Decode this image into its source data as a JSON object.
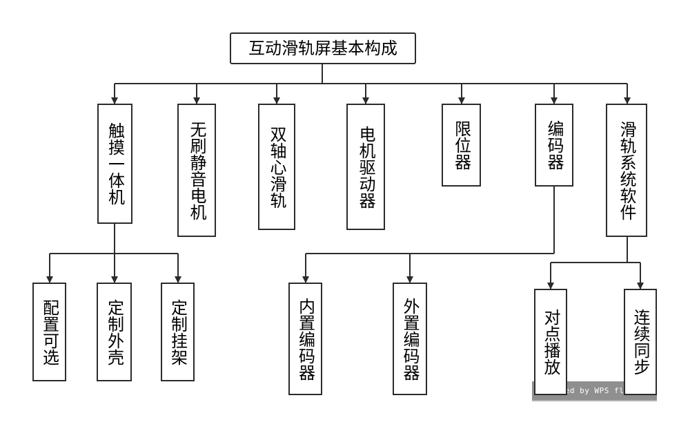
{
  "root": "互动滑轨屏基本构成",
  "level1": [
    {
      "id": "touch",
      "label": "触摸一体机"
    },
    {
      "id": "motor",
      "label": "无刷静音电机"
    },
    {
      "id": "rail",
      "label": "双轴心滑轨"
    },
    {
      "id": "driver",
      "label": "电机驱动器"
    },
    {
      "id": "limiter",
      "label": "限位器"
    },
    {
      "id": "encoder",
      "label": "编码器"
    },
    {
      "id": "software",
      "label": "滑轨系统软件"
    }
  ],
  "level2": [
    {
      "id": "config",
      "parent": "touch",
      "label": "配置可选"
    },
    {
      "id": "shell",
      "parent": "touch",
      "label": "定制外壳"
    },
    {
      "id": "bracket",
      "parent": "touch",
      "label": "定制挂架"
    },
    {
      "id": "inner-encoder",
      "parent": "encoder",
      "label": "内置编码器"
    },
    {
      "id": "outer-encoder",
      "parent": "encoder",
      "label": "外置编码器"
    },
    {
      "id": "point-play",
      "parent": "software",
      "label": "对点播放"
    },
    {
      "id": "sync",
      "parent": "software",
      "label": "连续同步"
    }
  ],
  "watermark": "ed by WPS fl",
  "colors": {
    "line": "#2b2b2b",
    "box_border": "#2b2b2b",
    "watermark_bg": "#8f8f8f"
  }
}
